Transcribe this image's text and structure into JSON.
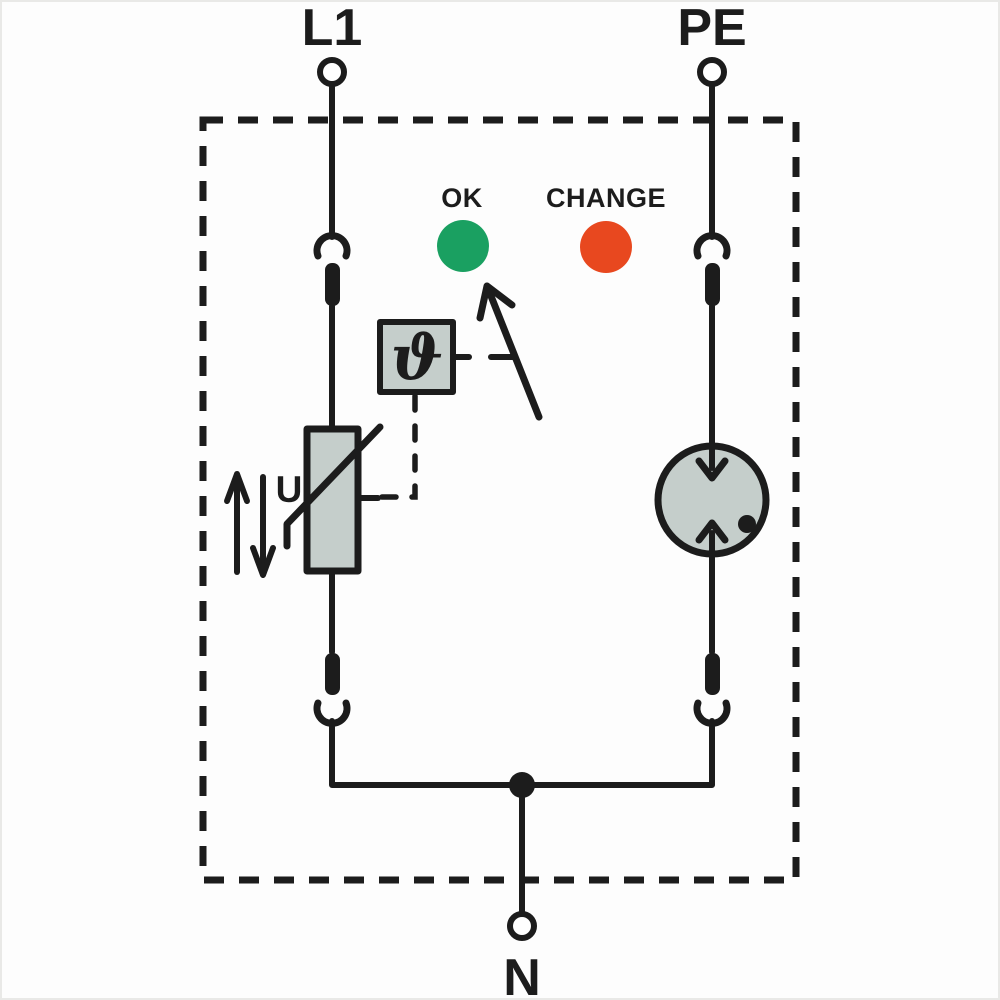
{
  "schematic": {
    "terminals": {
      "l1": {
        "label": "L1"
      },
      "pe": {
        "label": "PE"
      },
      "n": {
        "label": "N"
      }
    },
    "indicators": {
      "ok": {
        "label": "OK",
        "color": "#1aa061"
      },
      "change": {
        "label": "CHANGE",
        "color": "#e8481f"
      }
    },
    "labels": {
      "voltage": "U",
      "thermal_disconnect": "ϑ"
    },
    "colors": {
      "line": "#1c1c1c",
      "component_fill": "#c5cecb",
      "background": "#fdfdfd"
    }
  }
}
